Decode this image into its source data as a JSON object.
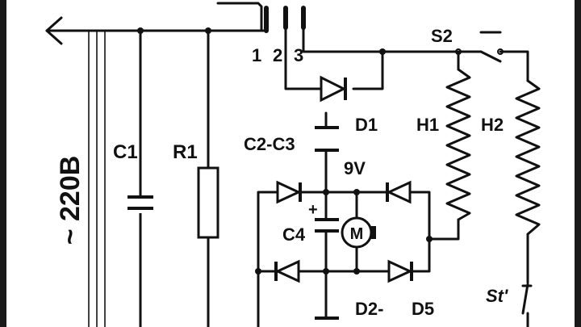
{
  "diagram": {
    "labels": {
      "mains": "~ 220В",
      "c1": "C1",
      "r1": "R1",
      "pin1": "1",
      "pin2": "2",
      "pin3": "3",
      "s2": "S2",
      "d1": "D1",
      "h1": "H1",
      "h2": "H2",
      "c2c3": "C2-C3",
      "v9": "9V",
      "c4": "C4",
      "plus": "+",
      "motor": "M",
      "d2": "D2-",
      "d5": "D5",
      "st": "St'"
    },
    "colors": {
      "ink": "#111111",
      "paper": "#ffffff",
      "frame": "#1a1a1a"
    }
  }
}
